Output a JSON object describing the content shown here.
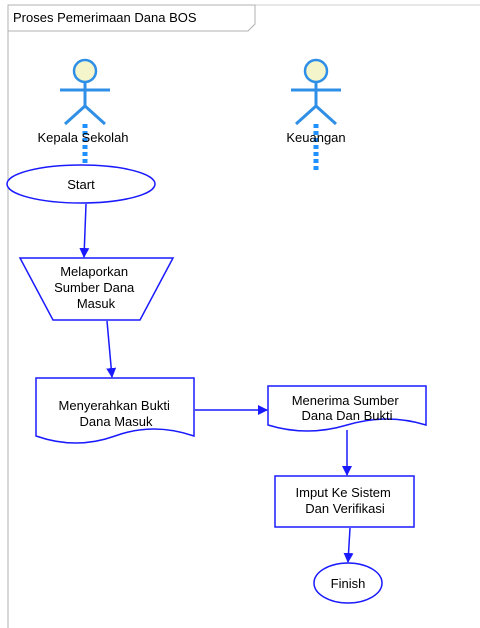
{
  "diagram": {
    "title": "Proses Pemerimaan Dana BOS",
    "actors": [
      {
        "name": "Kepala Sekolah"
      },
      {
        "name": "Keuangan"
      }
    ],
    "nodes": {
      "start": "Start",
      "melaporkan": [
        "Melaporkan",
        "Sumber Dana",
        "Masuk"
      ],
      "menyerahkan": [
        "Menyerahkan Bukti",
        "Dana Masuk"
      ],
      "menerima": [
        "Menerima Sumber",
        "Dana Dan Bukti"
      ],
      "imput": [
        "Imput Ke Sistem",
        "Dan Verifikasi"
      ],
      "finish": "Finish"
    },
    "colors": {
      "line": "#1a1aff",
      "actor": "#2f8fe6",
      "actor_head_fill": "#f5f5cc",
      "lifeline": "#1e90ff",
      "frame": "#b0b0b0"
    }
  }
}
